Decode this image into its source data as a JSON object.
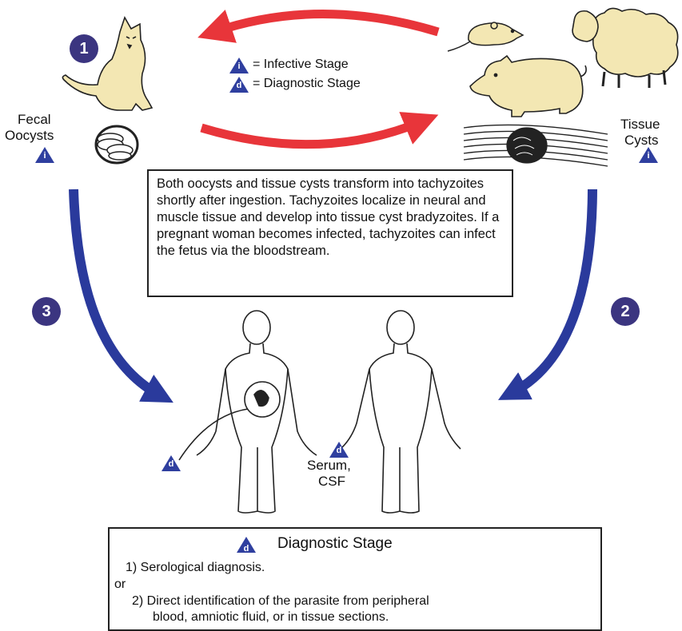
{
  "legend": {
    "infective_symbol": "i",
    "infective_label": "= Infective Stage",
    "diagnostic_symbol": "d",
    "diagnostic_label": "= Diagnostic Stage"
  },
  "steps": {
    "one": "1",
    "two": "2",
    "three": "3"
  },
  "labels": {
    "fecal_oocysts_1": "Fecal",
    "fecal_oocysts_2": "Oocysts",
    "tissue_cysts_1": "Tissue",
    "tissue_cysts_2": "Cysts",
    "serum_1": "Serum,",
    "serum_2": "CSF",
    "infective_marker": "i",
    "diagnostic_marker": "d"
  },
  "info_box": {
    "text": "Both oocysts and tissue cysts transform into tachyzoites shortly after ingestion. Tachyzoites localize in neural and muscle tissue and develop into tissue cyst bradyzoites. If a pregnant woman becomes infected, tachyzoites can infect the fetus via the bloodstream."
  },
  "diagnostic_box": {
    "symbol": "d",
    "title": "Diagnostic Stage",
    "line1": "1) Serological diagnosis.",
    "or": "or",
    "line2": "2) Direct identification of the parasite from peripheral",
    "line3": "blood, amniotic fluid, or in tissue sections."
  },
  "colors": {
    "red_arrow": "#e8353a",
    "blue_arrow": "#2a3a9c",
    "step_circle": "#3b3580",
    "animal_fill": "#f3e7b3",
    "marker": "#2f3f9f"
  }
}
